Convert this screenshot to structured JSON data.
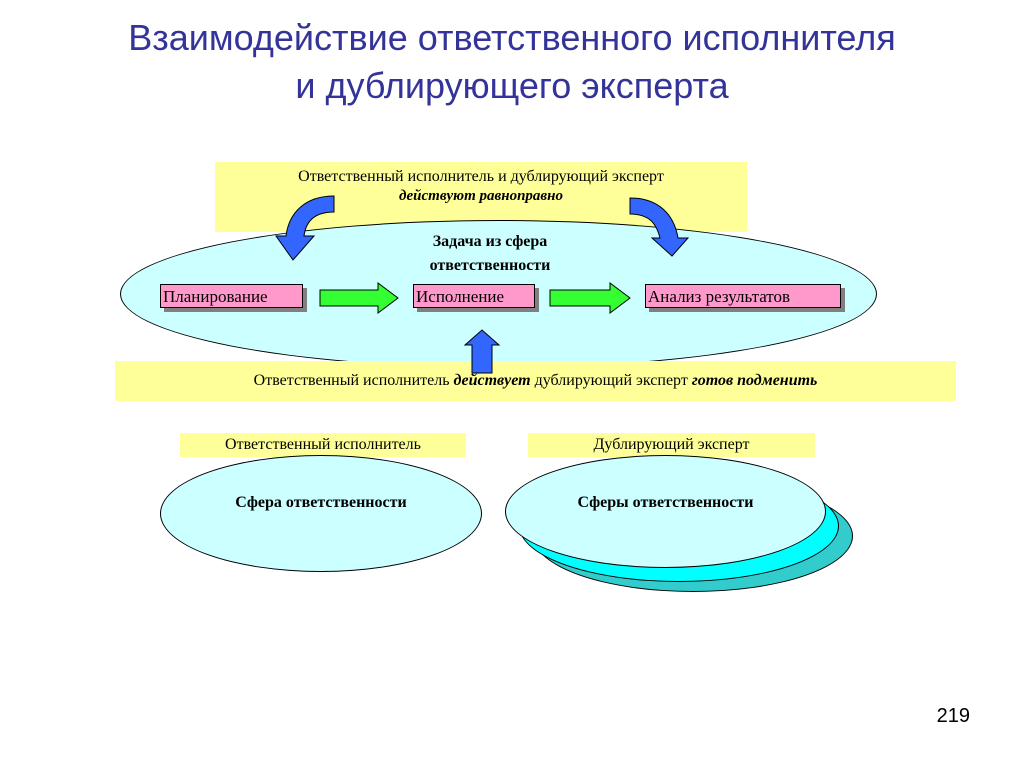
{
  "title": {
    "line1": "Взаимодействие ответственного исполнителя",
    "line2": "и дублирующего эксперта"
  },
  "top_box": {
    "line1": "Ответственный исполнитель и дублирующий эксперт",
    "line2": "действуют равноправно"
  },
  "main_ellipse": {
    "label_line1": "Задача из сфера",
    "label_line2": "ответственности"
  },
  "stages": [
    "Планирование",
    "Исполнение",
    "Анализ результатов"
  ],
  "middle_box": {
    "part1": "Ответственный исполнитель ",
    "part2": "действует",
    "part3": " дублирующий эксперт ",
    "part4": "готов подменить"
  },
  "left_role": {
    "label": "Ответственный исполнитель",
    "ellipse_text": "Сфера ответственности"
  },
  "right_role": {
    "label": "Дублирующий эксперт",
    "ellipse_text": "Сферы ответственности"
  },
  "slide_number": "219",
  "colors": {
    "title": "#333399",
    "yellow_box": "#ffff99",
    "ellipse_fill": "#ccffff",
    "ellipse_shadow": "#33cccc",
    "stage_fill": "#ff99cc",
    "green_arrow": "#33ff33",
    "blue_arrow": "#3366ff"
  }
}
